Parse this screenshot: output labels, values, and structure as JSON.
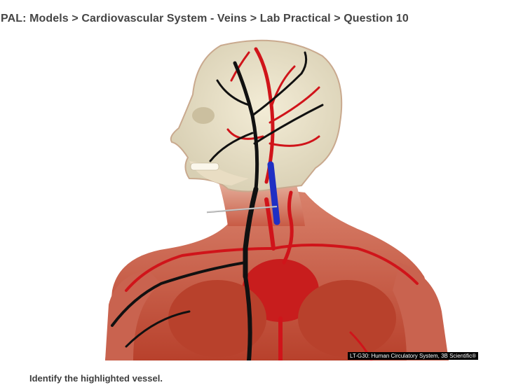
{
  "breadcrumb": {
    "text": "PAL: Models > Cardiovascular System - Veins > Lab Practical > Question 10"
  },
  "figure": {
    "caption": "LT-G30: Human Circulatory System, 3B Scientific®",
    "highlight_color": "#1f2fc4",
    "artery_color": "#d0141a",
    "vein_color": "#111111"
  },
  "question": {
    "prompt": "Identify the highlighted vessel."
  }
}
